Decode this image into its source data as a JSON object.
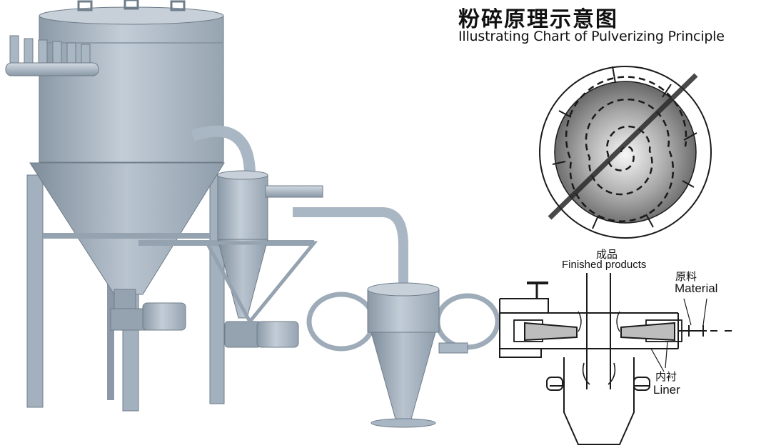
{
  "title": {
    "cn": "粉碎原理示意图",
    "en": "Illustrating Chart of Pulverizing Principle"
  },
  "labels": {
    "finished_cn": "成品",
    "finished_en": "Finished  products",
    "material_cn": "原料",
    "material_en": "Material",
    "liner_cn": "内衬",
    "liner_en": "Liner"
  },
  "colors": {
    "metal": "#a9b6c3",
    "metal_dark": "#7e8c99",
    "metal_light": "#c9d3dc",
    "line": "#1a1a1a"
  }
}
